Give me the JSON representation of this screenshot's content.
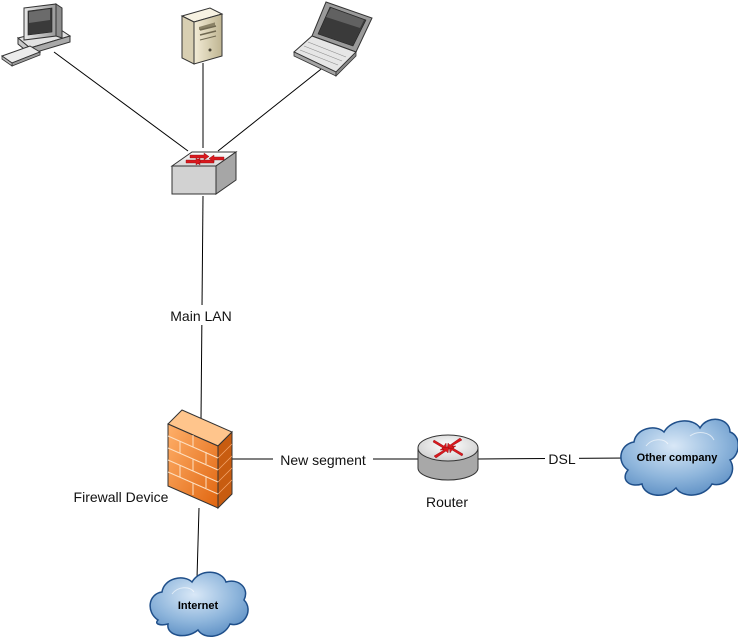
{
  "diagram": {
    "labels": {
      "main_lan": "Main LAN",
      "new_segment": "New segment",
      "dsl": "DSL",
      "firewall": "Firewall Device",
      "router": "Router"
    },
    "clouds": {
      "internet": "Internet",
      "other_company": "Other company"
    },
    "nodes": {
      "desktop": "desktop-computer-icon",
      "server": "tower-server-icon",
      "laptop": "laptop-icon",
      "switch": "network-switch-icon",
      "firewall": "firewall-brick-icon",
      "router": "router-icon"
    },
    "colors": {
      "line": "#000000",
      "cloud_fill": "#8fb6dc",
      "cloud_edge": "#1f4f8a",
      "firewall": "#ef7d22",
      "arrow_red": "#d9181e"
    }
  }
}
